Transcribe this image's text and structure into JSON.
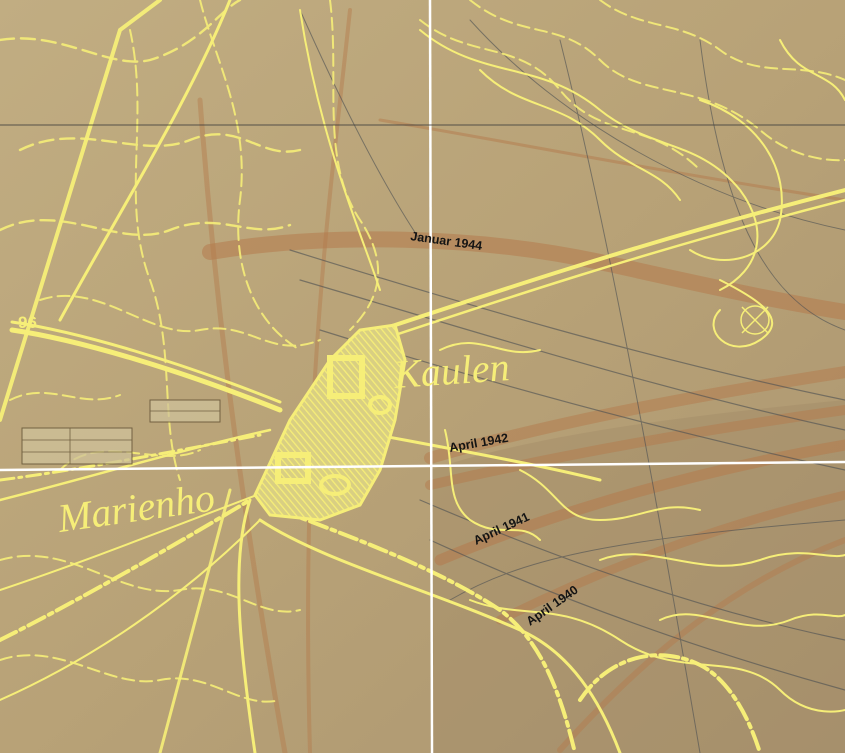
{
  "map": {
    "place_labels": {
      "kaulen": "Kaulen",
      "marienhof": "Marienho"
    },
    "road_number": "96",
    "date_labels": {
      "jan1944": "Januar 1944",
      "apr1942": "April 1942",
      "apr1941": "April 1941",
      "apr1940": "April 1940"
    },
    "colors": {
      "background": "#b9a47a",
      "overlay_yellow": "#f6ee78",
      "excavation_brown": "#b47a4c",
      "grid_white": "#ffffff",
      "label_dark": "#141414"
    }
  }
}
